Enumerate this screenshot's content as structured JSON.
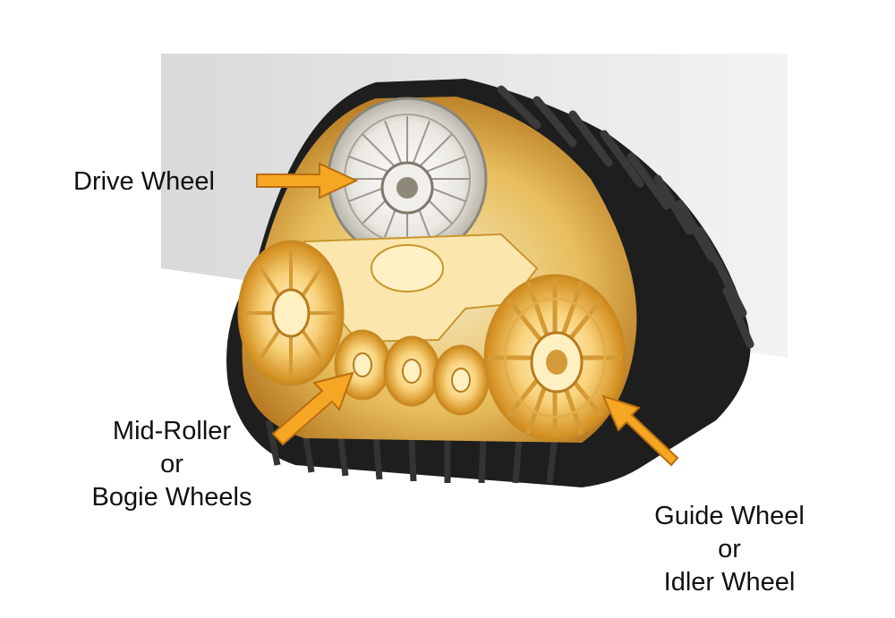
{
  "labels": {
    "drive_wheel": "Drive Wheel",
    "mid_roller": [
      "Mid-Roller",
      "or",
      "Bogie Wheels"
    ],
    "guide_wheel": [
      "Guide Wheel",
      "or",
      "Idler Wheel"
    ]
  },
  "colors": {
    "arrow_fill": "#f5a623",
    "arrow_stroke": "#b86e10",
    "track_rubber": "#1e1e1e",
    "wheel_glow": "#f7c24a",
    "backdrop": "#e9e9e9"
  }
}
